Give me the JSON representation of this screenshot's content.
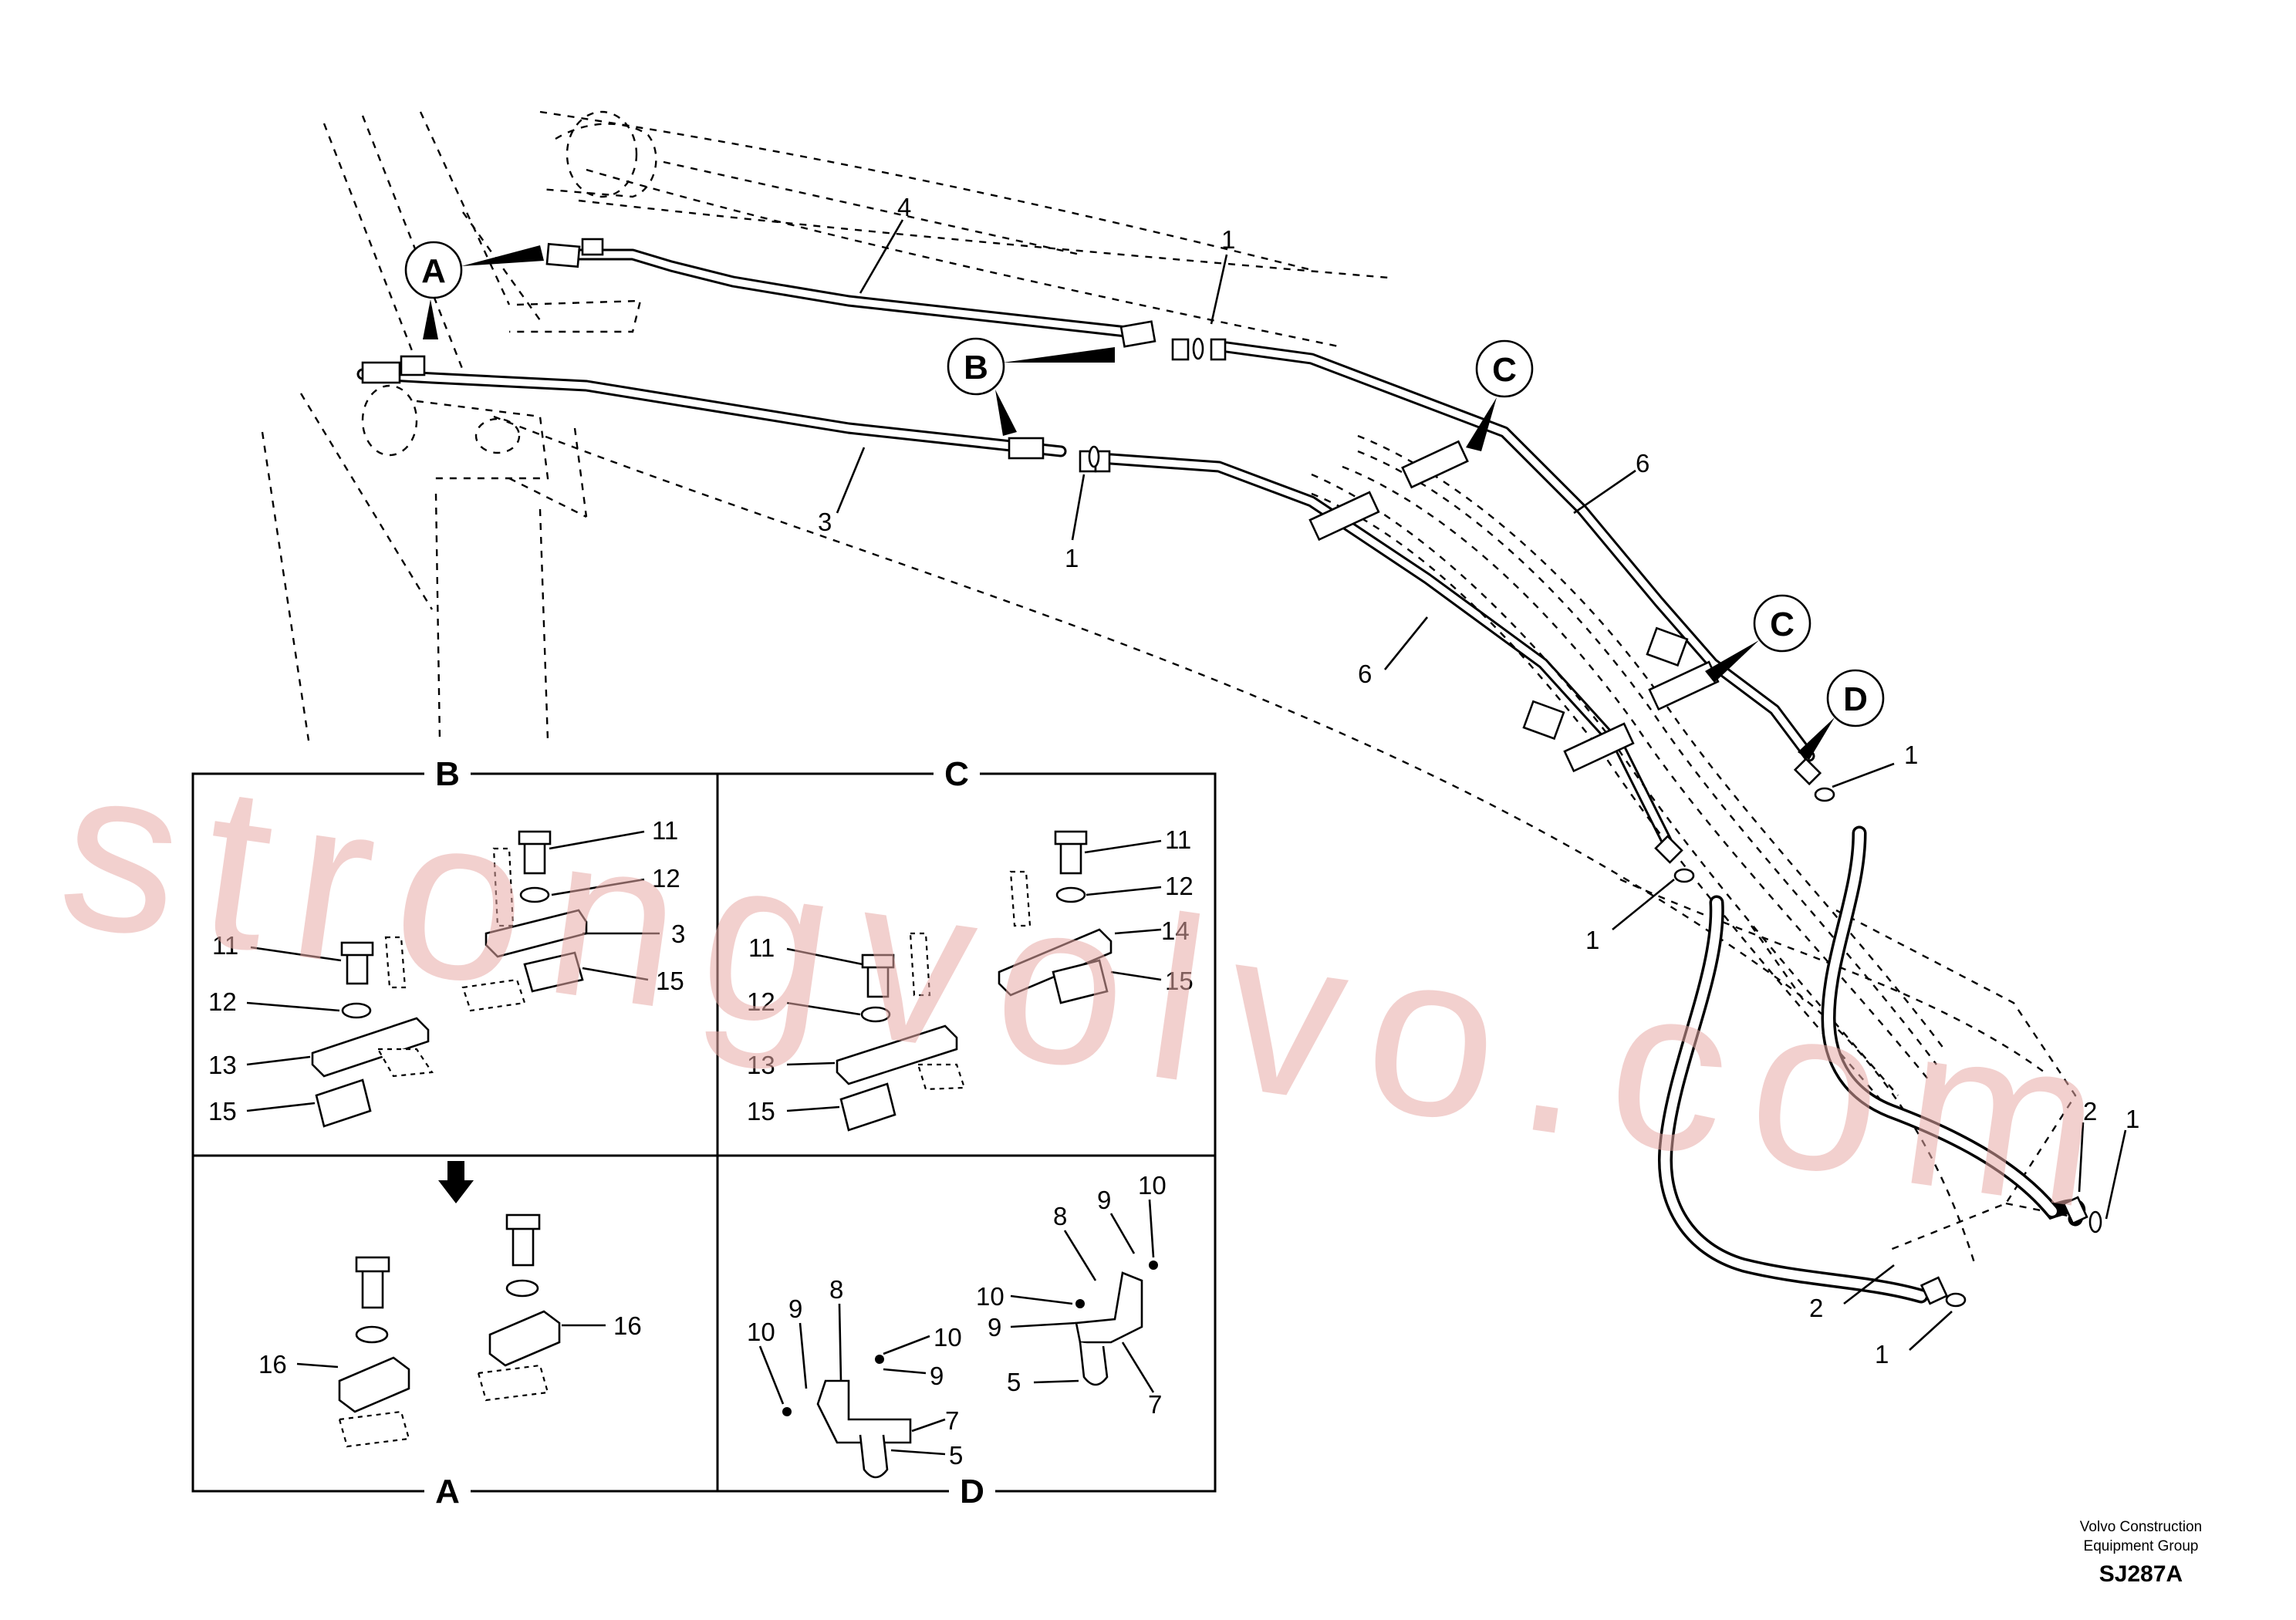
{
  "detail_bubbles": {
    "a": "A",
    "b": "B",
    "c1": "C",
    "c2": "C",
    "d": "D"
  },
  "callouts": {
    "c_1a": "1",
    "c_1b": "1",
    "c_1c": "1",
    "c_1d": "1",
    "c_1e": "1",
    "c_1f": "1",
    "c_2a": "2",
    "c_2b": "2",
    "c_3": "3",
    "c_3b": "3",
    "c_4": "4",
    "c_6a": "6",
    "c_6b": "6",
    "b_11a": "11",
    "b_12a": "12",
    "b_11b": "11",
    "b_12b": "12",
    "b_13": "13",
    "b_15a": "15",
    "b_15b": "15",
    "c_11a": "11",
    "c_12a": "12",
    "c_14": "14",
    "c_15a": "15",
    "c_11b": "11",
    "c_12b": "12",
    "c_13": "13",
    "c_15b": "15",
    "a_16a": "16",
    "a_16b": "16",
    "d_10a": "10",
    "d_9a": "9",
    "d_8a": "8",
    "d_10b": "10",
    "d_9b": "9",
    "d_7a": "7",
    "d_5a": "5",
    "d_8b": "8",
    "d_9c": "9",
    "d_10c": "10",
    "d_10d": "10",
    "d_9d": "9",
    "d_5b": "5",
    "d_7b": "7"
  },
  "panels": {
    "b": "B",
    "c": "C",
    "a": "A",
    "d": "D"
  },
  "watermark": "strongvolvo.com",
  "footer": {
    "company_line1": "Volvo Construction",
    "company_line2": "Equipment Group",
    "drawing_ref": "SJ287A"
  },
  "icons": {
    "arrow": "down-arrow-icon"
  }
}
